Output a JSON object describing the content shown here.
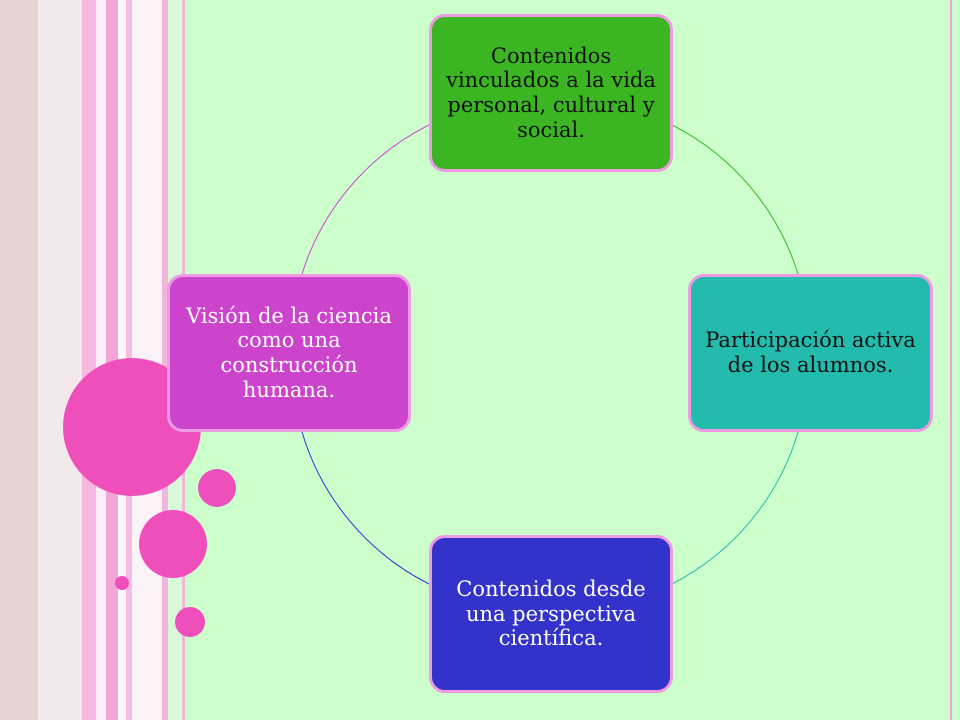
{
  "diagram": {
    "nodes": [
      {
        "id": "top",
        "text": "Contenidos vinculados a la vida personal, cultural y social.",
        "color": "#3cb522"
      },
      {
        "id": "right",
        "text": "Participación activa de los alumnos.",
        "color": "#22bbae"
      },
      {
        "id": "bottom",
        "text": "Contenidos desde una perspectiva científica.",
        "color": "#3333cc"
      },
      {
        "id": "left",
        "text": "Visión de la ciencia como una construcción humana.",
        "color": "#cc44cc"
      }
    ],
    "connector_colors": [
      "#3cb522",
      "#22bbae",
      "#3333cc",
      "#cc44cc"
    ]
  },
  "theme": {
    "background": "#ccffcc",
    "accent_pink": "#ee4fba",
    "node_border": "#ee9be3"
  }
}
